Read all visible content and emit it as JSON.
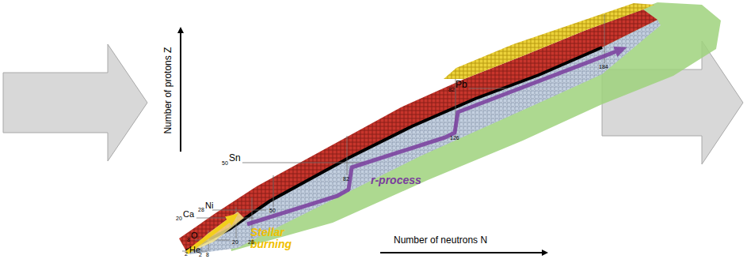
{
  "diagram": {
    "labels": [
      "Number of protons Z",
      "Number of neutrons N",
      "Stellar burning",
      "r-process",
      "2",
      "He",
      "8",
      "O",
      "20",
      "Ca",
      "28",
      "Ni",
      "50",
      "Sn",
      "82",
      "Pb",
      "2",
      "8",
      "20",
      "28",
      "50",
      "82",
      "126",
      "184"
    ]
  }
}
